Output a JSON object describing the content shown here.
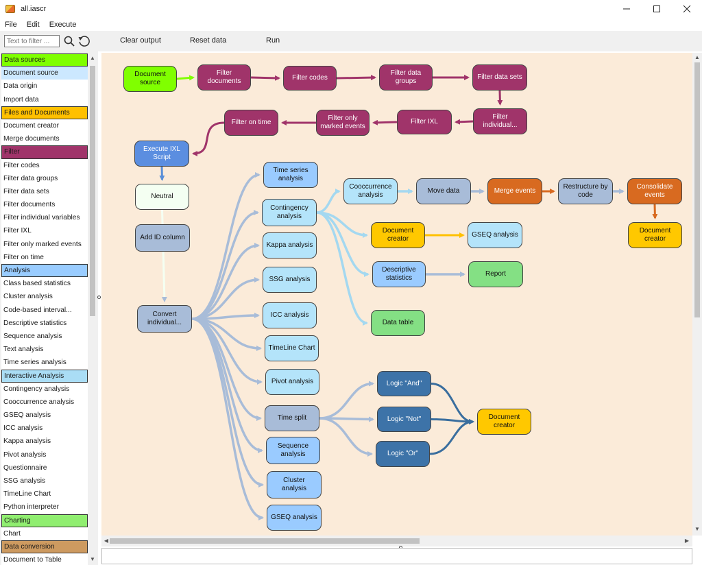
{
  "window": {
    "title": "all.iascr"
  },
  "menu": [
    "File",
    "Edit",
    "Execute"
  ],
  "filter": {
    "placeholder": "Text to filter ..."
  },
  "toolbar": {
    "clear_output": "Clear output",
    "reset_data": "Reset data",
    "run": "Run"
  },
  "colors": {
    "data_sources": "#7fff00",
    "files_documents": "#ffc000",
    "filter": "#a0346a",
    "analysis": "#99ccff",
    "interactive": "#aaddf5",
    "charting": "#90ee70",
    "data_conversion": "#cd9a60",
    "canvas": "#fbebd9"
  },
  "tree": [
    {
      "label": "Data sources",
      "cat": "data_sources"
    },
    {
      "label": "Document source",
      "selected": true
    },
    {
      "label": "Data origin"
    },
    {
      "label": "Import data"
    },
    {
      "label": "Files and Documents",
      "cat": "files_documents"
    },
    {
      "label": "Document creator"
    },
    {
      "label": "Merge documents"
    },
    {
      "label": "Filter",
      "cat": "filter"
    },
    {
      "label": "Filter codes"
    },
    {
      "label": "Filter data groups"
    },
    {
      "label": "Filter data sets"
    },
    {
      "label": "Filter documents"
    },
    {
      "label": "Filter individual variables"
    },
    {
      "label": "Filter IXL"
    },
    {
      "label": "Filter only marked events"
    },
    {
      "label": "Filter on time"
    },
    {
      "label": "Analysis",
      "cat": "analysis"
    },
    {
      "label": "Class based statistics"
    },
    {
      "label": "Cluster analysis"
    },
    {
      "label": "Code-based interval..."
    },
    {
      "label": "Descriptive statistics"
    },
    {
      "label": "Sequence analysis"
    },
    {
      "label": "Text analysis"
    },
    {
      "label": "Time series analysis"
    },
    {
      "label": "Interactive Analysis",
      "cat": "interactive"
    },
    {
      "label": "Contingency analysis"
    },
    {
      "label": "Cooccurrence analysis"
    },
    {
      "label": "GSEQ analysis"
    },
    {
      "label": "ICC analysis"
    },
    {
      "label": "Kappa analysis"
    },
    {
      "label": "Pivot analysis"
    },
    {
      "label": "Questionnaire"
    },
    {
      "label": "SSG analysis"
    },
    {
      "label": "TimeLine Chart"
    },
    {
      "label": "Python interpreter"
    },
    {
      "label": "Charting",
      "cat": "charting"
    },
    {
      "label": "Chart"
    },
    {
      "label": "Data conversion",
      "cat": "data_conversion"
    },
    {
      "label": "Document to Table"
    }
  ],
  "nodes": {
    "docsrc": {
      "label": "Document source"
    },
    "filtdocs": {
      "label": "Filter documents"
    },
    "filtcodes": {
      "label": "Filter codes"
    },
    "filtgroups": {
      "label": "Filter data groups"
    },
    "filtsets": {
      "label": "Filter data sets"
    },
    "filtindiv": {
      "label": "Filter individual..."
    },
    "filtixl": {
      "label": "Filter IXL"
    },
    "filtmarked": {
      "label": "Filter only marked events"
    },
    "filttime": {
      "label": "Filter on time"
    },
    "execixl": {
      "label": "Execute IXL Script"
    },
    "neutral": {
      "label": "Neutral"
    },
    "addid": {
      "label": "Add ID column"
    },
    "convert": {
      "label": "Convert individual..."
    },
    "timeseries": {
      "label": "Time series analysis"
    },
    "contingency": {
      "label": "Contingency analysis"
    },
    "kappa": {
      "label": "Kappa analysis"
    },
    "ssg": {
      "label": "SSG analysis"
    },
    "icc": {
      "label": "ICC analysis"
    },
    "timeline": {
      "label": "TimeLine Chart"
    },
    "pivot": {
      "label": "Pivot analysis"
    },
    "timesplit": {
      "label": "Time split"
    },
    "sequence": {
      "label": "Sequence analysis"
    },
    "cluster": {
      "label": "Cluster analysis"
    },
    "gseq2": {
      "label": "GSEQ analysis"
    },
    "cooccur": {
      "label": "Cooccurrence analysis"
    },
    "movedata": {
      "label": "Move data"
    },
    "merge": {
      "label": "Merge events"
    },
    "restructure": {
      "label": "Restructure by code"
    },
    "consolidate": {
      "label": "Consolidate events"
    },
    "doccreator3": {
      "label": "Document creator"
    },
    "doccreator1": {
      "label": "Document creator"
    },
    "gseq1": {
      "label": "GSEQ analysis"
    },
    "descstats": {
      "label": "Descriptive statistics"
    },
    "report": {
      "label": "Report"
    },
    "datatable": {
      "label": "Data table"
    },
    "logicand": {
      "label": "Logic \"And\""
    },
    "logicnot": {
      "label": "Logic \"Not\""
    },
    "logicor": {
      "label": "Logic \"Or\""
    },
    "doccreator2": {
      "label": "Document creator"
    }
  }
}
